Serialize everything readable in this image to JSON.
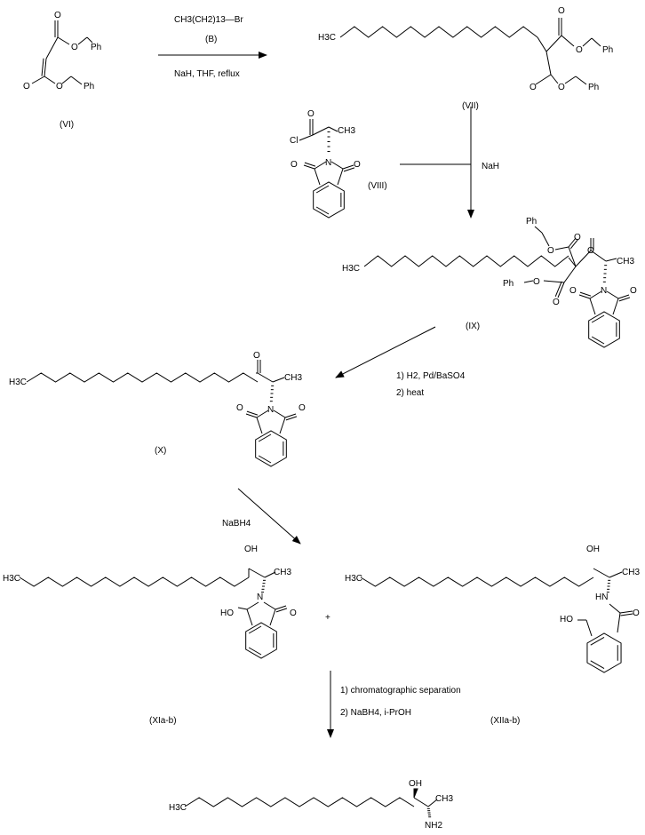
{
  "compounds": {
    "VI": {
      "label": "(VI)",
      "O1": "O",
      "O2": "O",
      "O3": "O",
      "O4": "O",
      "Ph1": "Ph",
      "Ph2": "Ph"
    },
    "VII": {
      "label": "(VII)",
      "H3C": "H3C",
      "O1": "O",
      "O2": "O",
      "O3": "O",
      "O4": "O",
      "Ph1": "Ph",
      "Ph2": "Ph"
    },
    "VIII": {
      "label": "(VIII)",
      "O": "O",
      "Cl": "Cl",
      "CH3": "CH3",
      "N": "N",
      "O2": "O",
      "O3": "O"
    },
    "IX": {
      "label": "(IX)",
      "H3C": "H3C",
      "Ph1": "Ph",
      "Ph2": "Ph",
      "O1": "O",
      "O2": "O",
      "O3": "O",
      "O4": "O",
      "O5": "O",
      "CH3": "CH3",
      "N": "N",
      "O6": "O",
      "O7": "O"
    },
    "X": {
      "label": "(X)",
      "H3C": "H3C",
      "O": "O",
      "CH3": "CH3",
      "N": "N",
      "O2": "O",
      "O3": "O"
    },
    "XI": {
      "label": "(XIa-b)",
      "H3C": "H3C",
      "OH": "OH",
      "CH3": "CH3",
      "N": "N",
      "HO": "HO",
      "O": "O"
    },
    "XII": {
      "label": "(XIIa-b)",
      "H3C": "H3C",
      "OH": "OH",
      "CH3": "CH3",
      "HN": "HN",
      "HO": "HO",
      "O": "O"
    },
    "final": {
      "H3C": "H3C",
      "OH": "OH",
      "CH3": "CH3",
      "NH2": "NH2"
    }
  },
  "reactions": {
    "step1": {
      "reagent": "CH3(CH2)13—Br",
      "reagent_label": "(B)",
      "conditions": "NaH, THF, reflux"
    },
    "step2": {
      "conditions": "NaH"
    },
    "step3": {
      "line1": "1) H2, Pd/BaSO4",
      "line2": "2) heat"
    },
    "step4": {
      "conditions": "NaBH4"
    },
    "plus": "+",
    "step5": {
      "line1": "1) chromatographic separation",
      "line2": "2) NaBH4, i-PrOH"
    }
  }
}
